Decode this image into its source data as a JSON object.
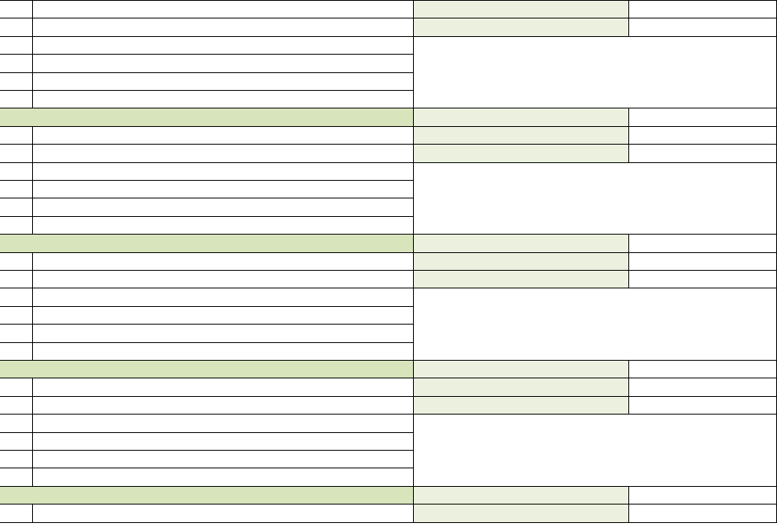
{
  "form": {
    "rows": 29,
    "sections": 4,
    "rows_per_section": 7
  },
  "colors": {
    "section_header": "#d8e4bc",
    "score_cell": "#ebf1de",
    "line": "#000000",
    "background": "#ffffff"
  }
}
